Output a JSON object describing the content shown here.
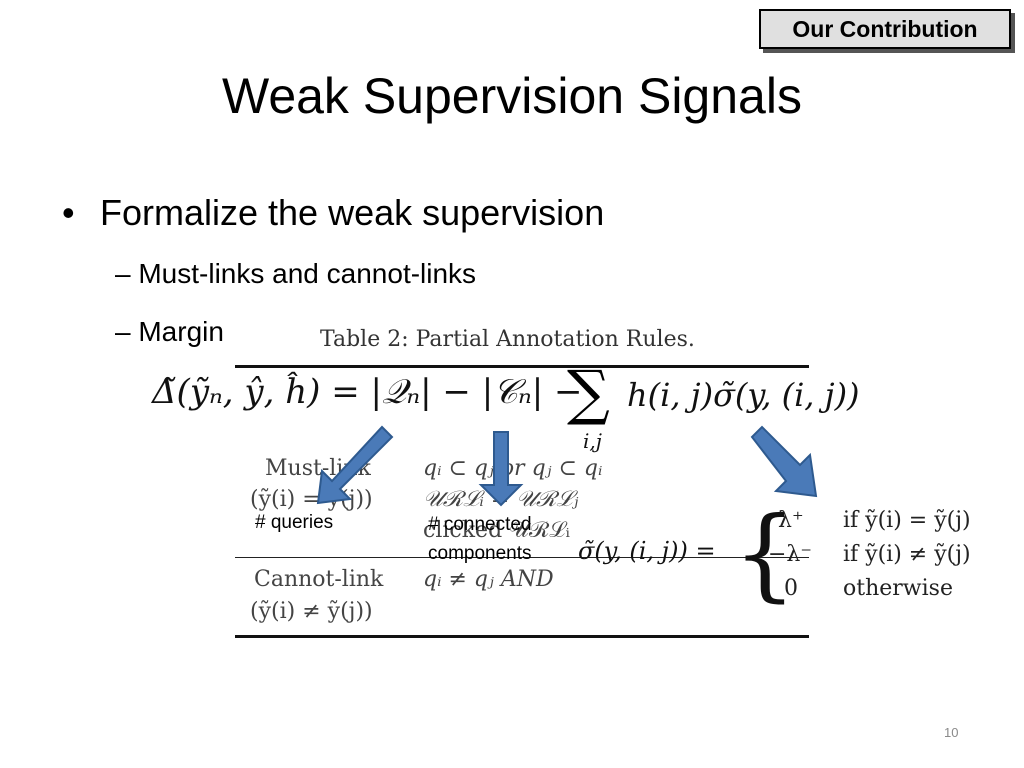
{
  "badge": "Our Contribution",
  "title": "Weak Supervision Signals",
  "bullets": {
    "main": "Formalize the weak supervision",
    "sub1": "Must-links and cannot-links",
    "sub2": "Margin"
  },
  "table": {
    "caption": "Table 2: Partial Annotation Rules.",
    "row1_label": "Must-link",
    "row1_cond": "(ỹ(i) = ỹ(j))",
    "row1_rule1": "qᵢ ⊂ qⱼ or qⱼ ⊂ qᵢ",
    "row1_rule2": "𝒰ℛℒᵢ = 𝒰ℛℒⱼ",
    "row1_rule3": "clicked 𝒰ℛℒᵢ",
    "row2_label": "Cannot-link",
    "row2_cond": "(ỹ(i) ≠ ỹ(j))",
    "row2_rule": "qᵢ ≠ qⱼ AND"
  },
  "formula": {
    "delta": "Δ̃(ỹₙ, ŷ, ĥ) = |𝒬ₙ| − |𝒞ₙ| −",
    "sum": "∑",
    "sum_sub": "i,j",
    "sum_tail": "h(i, j)σ̃(y, (i, j))",
    "sigma_lhs": "σ̃(y, (i, j)) =",
    "cases": [
      {
        "value": "λ⁺",
        "cond": "if ỹ(i) = ỹ(j)"
      },
      {
        "value": "−λ⁻",
        "cond": "if ỹ(i) ≠ ỹ(j)"
      },
      {
        "value": "0",
        "cond": "otherwise"
      }
    ]
  },
  "annotations": {
    "queries": "# queries",
    "connected_line1": "# connected",
    "connected_line2": "components"
  },
  "arrow_color": "#4a7ab8",
  "page_number": "10"
}
